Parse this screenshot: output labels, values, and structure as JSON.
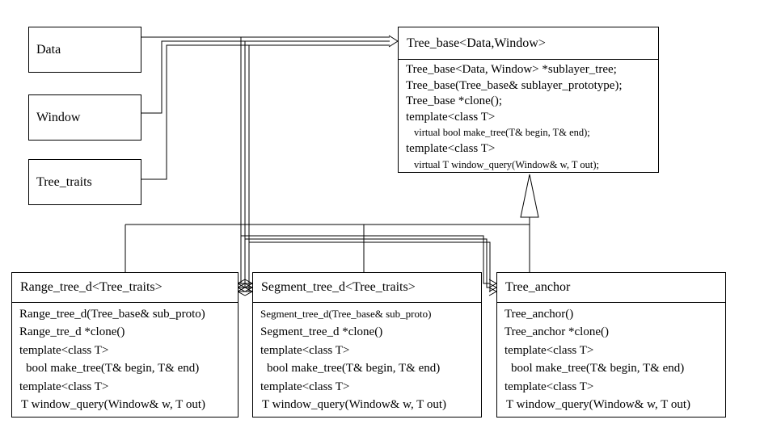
{
  "diagram": {
    "background_color": "#ffffff",
    "line_color": "#000000",
    "param_boxes": [
      {
        "label": "Data"
      },
      {
        "label": "Window"
      },
      {
        "label": "Tree_traits"
      }
    ],
    "classes": {
      "tree_base": {
        "title": "Tree_base<Data,Window>",
        "members": [
          "Tree_base<Data, Window> *sublayer_tree;",
          "Tree_base(Tree_base& sublayer_prototype);",
          "Tree_base *clone();",
          "template<class T>",
          "virtual bool make_tree(T& begin, T& end);",
          "template<class T>",
          "virtual T window_query(Window& w, T out);"
        ]
      },
      "range_tree": {
        "title": "Range_tree_d<Tree_traits>",
        "members": [
          "Range_tree_d(Tree_base& sub_proto)",
          "Range_tre_d *clone()",
          "template<class T>",
          "bool make_tree(T& begin, T& end)",
          "template<class T>",
          "T window_query(Window& w, T out)"
        ]
      },
      "segment_tree": {
        "title": "Segment_tree_d<Tree_traits>",
        "members": [
          "Segment_tree_d(Tree_base& sub_proto)",
          "Segment_tree_d *clone()",
          "template<class T>",
          "bool make_tree(T& begin, T& end)",
          "template<class T>",
          "T window_query(Window& w, T out)"
        ]
      },
      "tree_anchor": {
        "title": "Tree_anchor",
        "members": [
          "Tree_anchor()",
          "Tree_anchor *clone()",
          "template<class T>",
          "bool make_tree(T& begin, T& end)",
          "template<class T>",
          "T window_query(Window& w, T out)"
        ]
      }
    }
  }
}
